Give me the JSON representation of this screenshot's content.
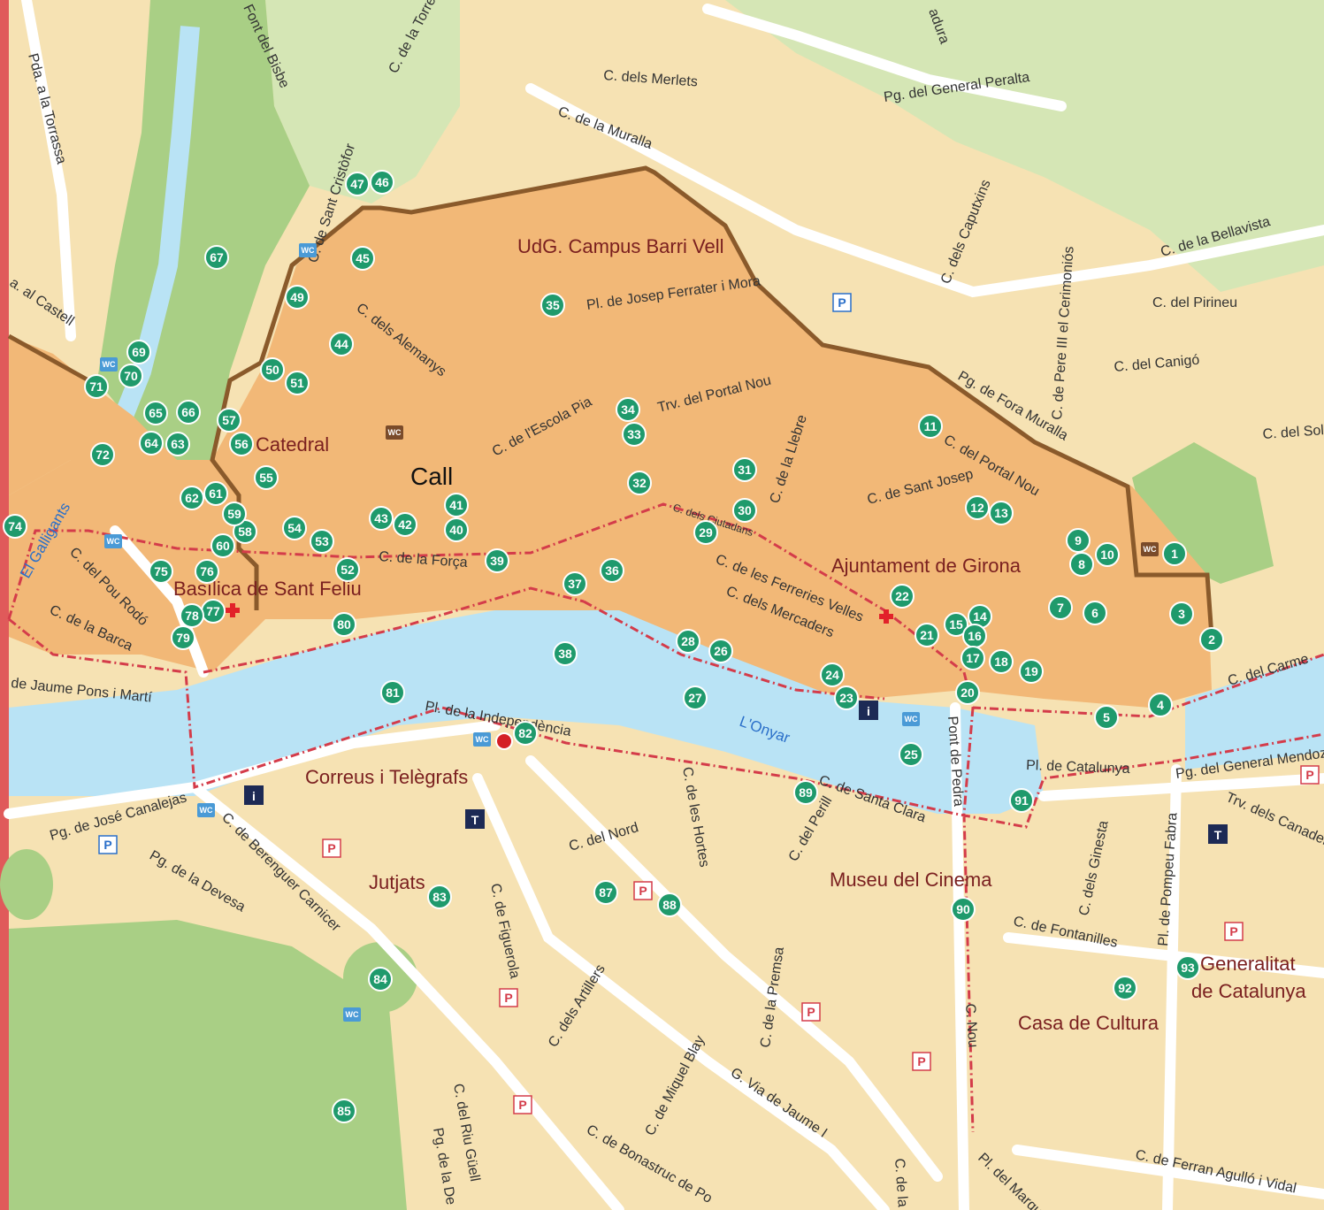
{
  "map": {
    "colors": {
      "background": "#f6e2b3",
      "old_town": "#f2b877",
      "park": "#a9cf85",
      "park_light": "#d5e6b5",
      "river": "#b9e3f5",
      "street": "#ffffff",
      "wall": "#8a5a2b",
      "route": "#d43c4a",
      "poi": "#1f9a6c",
      "landmark_text": "#7a1f1f",
      "river_text": "#2a6fc9",
      "border": "#e05a5a"
    },
    "districts": [
      {
        "text": "Call"
      }
    ],
    "landmarks": [
      {
        "text": "UdG. Campus Barri Vell"
      },
      {
        "text": "Catedral"
      },
      {
        "text": "Basílica de Sant Feliu"
      },
      {
        "text": "Ajuntament de Girona"
      },
      {
        "text": "Correus i Telègrafs"
      },
      {
        "text": "Jutjats"
      },
      {
        "text": "Museu del Cinema"
      },
      {
        "text": "Casa de Cultura"
      },
      {
        "text": "Generalitat"
      },
      {
        "text": "de Catalunya"
      }
    ],
    "rivers": [
      {
        "text": "L'Onyar"
      },
      {
        "text": "El Galligants"
      }
    ],
    "streets": [
      {
        "text": "Pda. a la Torrassa"
      },
      {
        "text": "Font del Bisbe"
      },
      {
        "text": "C. de la Torre"
      },
      {
        "text": "C. dels Merlets"
      },
      {
        "text": "C. de la Muralla"
      },
      {
        "text": "adura"
      },
      {
        "text": "Pg. del General Peralta"
      },
      {
        "text": "C. de Sant Cristòfor"
      },
      {
        "text": "C. dels Caputxins"
      },
      {
        "text": "C. de Pere III el Cerimoniós"
      },
      {
        "text": "C. de la Bellavista"
      },
      {
        "text": "C. del Pirineu"
      },
      {
        "text": "C. del Canigó"
      },
      {
        "text": "C. del Sol"
      },
      {
        "text": "a. al Castell"
      },
      {
        "text": "Pl. de Josep Ferrater i Mora"
      },
      {
        "text": "C. dels Alemanys"
      },
      {
        "text": "Trv. del Portal Nou"
      },
      {
        "text": "Pg. de Fora Muralla"
      },
      {
        "text": "C. del Portal Nou"
      },
      {
        "text": "C. de l'Escola Pia"
      },
      {
        "text": "C. de la Llebre"
      },
      {
        "text": "C. de Sant Josep"
      },
      {
        "text": "C. dels Ciutadans"
      },
      {
        "text": "C. de la Força"
      },
      {
        "text": "C. de les Ferreries Velles"
      },
      {
        "text": "C. dels Mercaders"
      },
      {
        "text": "C. del Pou Rodó"
      },
      {
        "text": "C. de la Barca"
      },
      {
        "text": "de Jaume Pons i Martí"
      },
      {
        "text": "Pl. de la Independència"
      },
      {
        "text": "C. del Carme"
      },
      {
        "text": "Pg. del General Mendoza"
      },
      {
        "text": "Pl. de Catalunya"
      },
      {
        "text": "Pont de Pedra"
      },
      {
        "text": "C. de Santa Clara"
      },
      {
        "text": "Trv. dels Canadell"
      },
      {
        "text": "Pg. de José Canalejas"
      },
      {
        "text": "C. de Berenguer Carnicer"
      },
      {
        "text": "Pg. de la Devesa"
      },
      {
        "text": "C. del Nord"
      },
      {
        "text": "C. de les Hortes"
      },
      {
        "text": "C. del Perill"
      },
      {
        "text": "C. dels Ginesta"
      },
      {
        "text": "Pl. de Pompeu Fabra"
      },
      {
        "text": "C. de Fontanilles"
      },
      {
        "text": "C. de Figuerola"
      },
      {
        "text": "C. dels Artillers"
      },
      {
        "text": "C. de la Premsa"
      },
      {
        "text": "C. Nou"
      },
      {
        "text": "C. de Miquel Blay"
      },
      {
        "text": "G. Via de Jaume I"
      },
      {
        "text": "C. del Riu Güell"
      },
      {
        "text": "Pg. de la De"
      },
      {
        "text": "C. de Bonastruc de Po"
      },
      {
        "text": "C. de la"
      },
      {
        "text": "Pl. del Marquès"
      },
      {
        "text": "C. de Ferran Agulló i Vidal"
      }
    ],
    "pois": [
      "1",
      "2",
      "3",
      "4",
      "5",
      "6",
      "7",
      "8",
      "9",
      "10",
      "11",
      "12",
      "13",
      "14",
      "15",
      "16",
      "17",
      "18",
      "19",
      "20",
      "21",
      "22",
      "23",
      "24",
      "25",
      "26",
      "27",
      "28",
      "29",
      "30",
      "31",
      "32",
      "33",
      "34",
      "35",
      "36",
      "37",
      "38",
      "39",
      "40",
      "41",
      "42",
      "43",
      "44",
      "45",
      "46",
      "47",
      "49",
      "50",
      "51",
      "52",
      "53",
      "54",
      "55",
      "56",
      "57",
      "58",
      "59",
      "60",
      "61",
      "62",
      "63",
      "64",
      "65",
      "66",
      "67",
      "69",
      "70",
      "71",
      "72",
      "74",
      "75",
      "76",
      "77",
      "78",
      "79",
      "80",
      "81",
      "82",
      "83",
      "84",
      "85",
      "87",
      "88",
      "89",
      "90",
      "91",
      "92",
      "93"
    ],
    "symbols": {
      "wc_label": "WC",
      "parking_label": "P",
      "info_label": "i",
      "taxi_label": "T"
    }
  }
}
